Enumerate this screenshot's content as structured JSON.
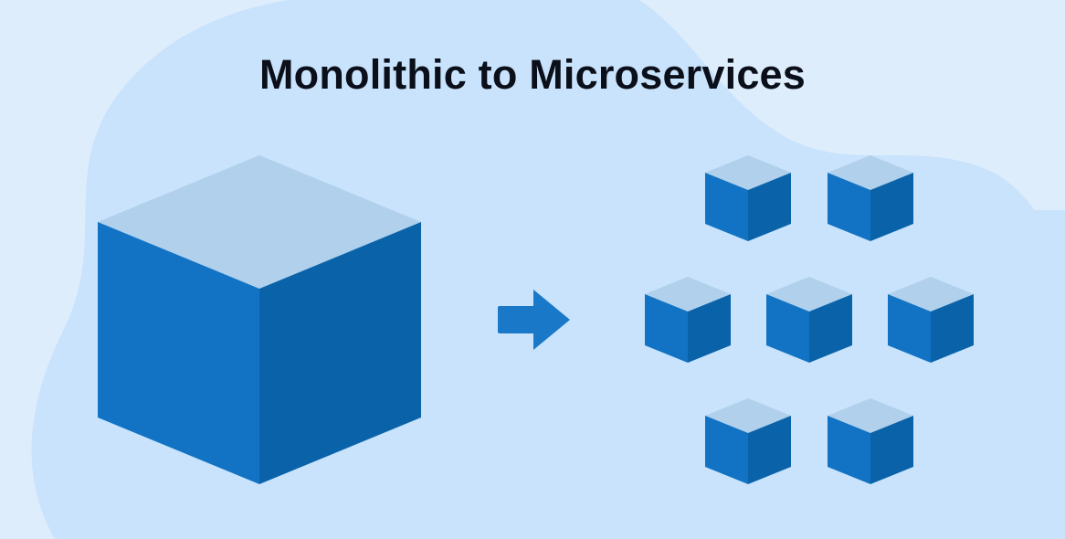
{
  "title": "Monolithic to Microservices",
  "colors": {
    "background": "#deedfc",
    "blob": "#c8e3fb",
    "cube_top": "#b0d0ec",
    "cube_left": "#1273c4",
    "cube_right": "#0a63a9",
    "arrow": "#1a78c8"
  },
  "diagram": {
    "source": {
      "label": "",
      "kind": "monolith-cube"
    },
    "arrow": {
      "icon": "right-arrow-icon"
    },
    "target": {
      "label": "",
      "kind": "microservice-cubes",
      "count": 7,
      "rows": [
        2,
        3,
        2
      ]
    }
  }
}
